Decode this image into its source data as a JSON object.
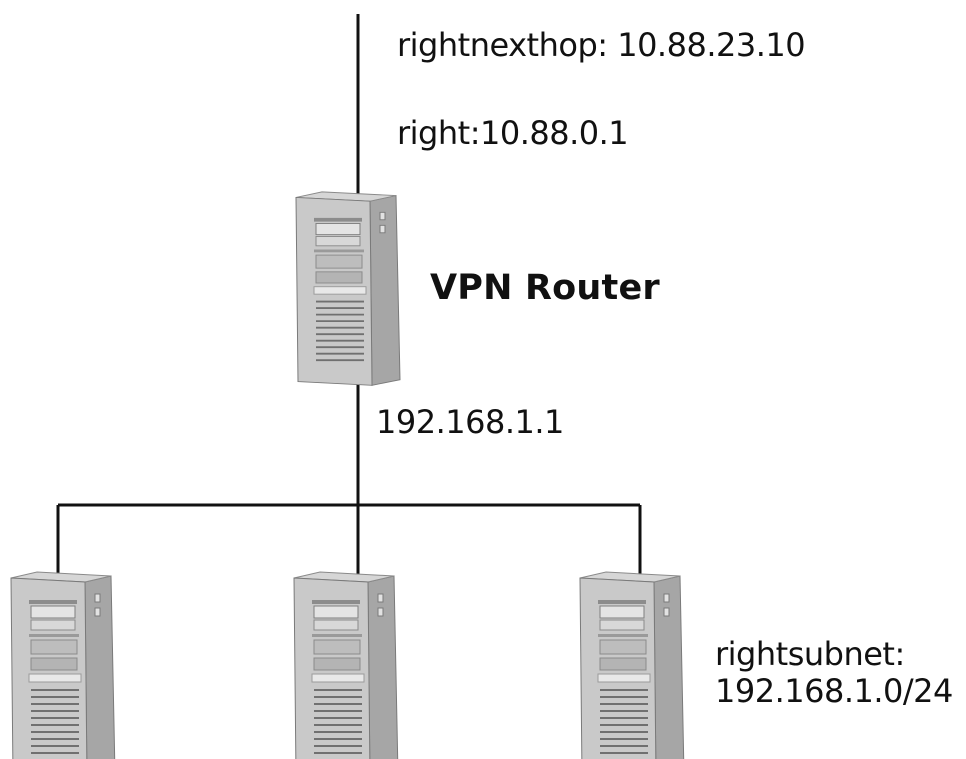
{
  "diagram": {
    "labels": {
      "rightnexthop": "rightnexthop: 10.88.23.10",
      "right": "right:10.88.0.1",
      "router_name": "VPN Router",
      "router_lan_ip": "192.168.1.1",
      "rightsubnet_key": "rightsubnet:",
      "rightsubnet_value": "192.168.1.0/24"
    },
    "nodes": [
      {
        "id": "vpn-router",
        "kind": "server-tower-icon"
      },
      {
        "id": "host-1",
        "kind": "server-tower-icon"
      },
      {
        "id": "host-2",
        "kind": "server-tower-icon"
      },
      {
        "id": "host-3",
        "kind": "server-tower-icon"
      }
    ],
    "links": [
      {
        "from": "upstream",
        "to": "vpn-router"
      },
      {
        "from": "vpn-router",
        "to": "lan-bus"
      },
      {
        "from": "lan-bus",
        "to": "host-1"
      },
      {
        "from": "lan-bus",
        "to": "host-2"
      },
      {
        "from": "lan-bus",
        "to": "host-3"
      }
    ],
    "colors": {
      "line": "#111111",
      "tower_front": "#c8c8c8",
      "tower_side": "#a8a8a8",
      "tower_dark": "#6e6e6e",
      "tower_light": "#e6e6e6"
    }
  }
}
